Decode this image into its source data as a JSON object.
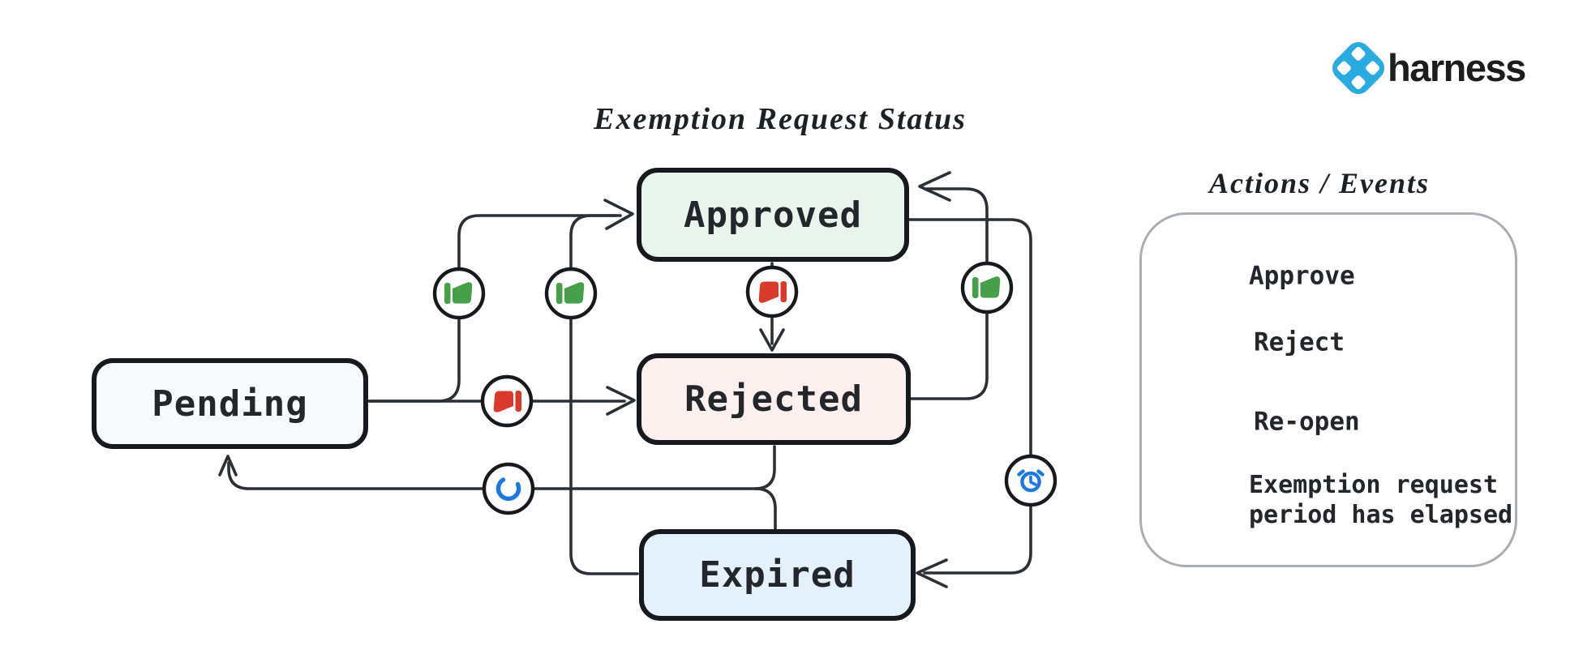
{
  "brand": {
    "name": "harness",
    "logo_icon": "harness-diamond-icon",
    "logo_color": "#29abe2",
    "text_color": "#1d1d1f"
  },
  "diagram": {
    "title": "Exemption Request Status",
    "states": {
      "pending": {
        "label": "Pending",
        "fill": "#f7f9fa"
      },
      "approved": {
        "label": "Approved",
        "fill": "#e9f5ec"
      },
      "rejected": {
        "label": "Rejected",
        "fill": "#fdf1ef"
      },
      "expired": {
        "label": "Expired",
        "fill": "#e4f1fb"
      }
    },
    "transitions": [
      {
        "from": "Pending",
        "to": "Approved",
        "action": "Approve",
        "icon": "thumbs-up-icon"
      },
      {
        "from": "Pending",
        "to": "Rejected",
        "action": "Reject",
        "icon": "thumbs-down-icon"
      },
      {
        "from": "Approved",
        "to": "Rejected",
        "action": "Reject",
        "icon": "thumbs-down-icon"
      },
      {
        "from": "Rejected",
        "to": "Approved",
        "action": "Approve",
        "icon": "thumbs-up-icon"
      },
      {
        "from": "Expired",
        "to": "Approved",
        "action": "Approve",
        "icon": "thumbs-up-icon"
      },
      {
        "from": "Approved",
        "to": "Expired",
        "action": "Exemption request period has elapsed",
        "icon": "alarm-clock-icon"
      },
      {
        "from": "Rejected",
        "to": "Pending",
        "action": "Re-open",
        "icon": "reopen-icon"
      },
      {
        "from": "Expired",
        "to": "Pending",
        "action": "Re-open",
        "icon": "reopen-icon"
      }
    ]
  },
  "legend": {
    "title": "Actions / Events",
    "items": [
      {
        "icon": "thumbs-up-icon",
        "color": "#45a049",
        "label": "Approve"
      },
      {
        "icon": "thumbs-down-icon",
        "color": "#d93a2b",
        "label": "Reject"
      },
      {
        "icon": "reopen-icon",
        "color": "#1c78e3",
        "label": "Re-open"
      },
      {
        "icon": "alarm-clock-icon",
        "color": "#1c78e3",
        "label": "Exemption request period has elapsed",
        "label_lines": {
          "0": "Exemption request",
          "1": "period has elapsed"
        }
      }
    ]
  },
  "colors": {
    "edge": "#2b3036",
    "node_border": "#16191d",
    "approve_green": "#45a049",
    "reject_red": "#d93a2b",
    "action_blue": "#1c78e3",
    "legend_border": "#a9aeb4"
  }
}
